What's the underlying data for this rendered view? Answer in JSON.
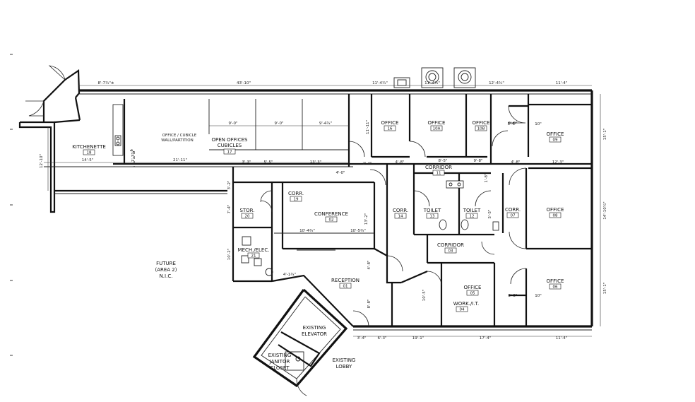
{
  "rooms": {
    "kitchenette": {
      "name": "KITCHENETTE",
      "num": "18"
    },
    "open_offices": {
      "name1": "OPEN OFFICES",
      "name2": "CUBICLES",
      "num": "17"
    },
    "office_16": {
      "name": "OFFICE",
      "num": "16"
    },
    "office_10a": {
      "name": "OFFICE",
      "num": "10A"
    },
    "office_10b": {
      "name": "OFFICE",
      "num": "10B"
    },
    "office_09": {
      "name": "OFFICE",
      "num": "09"
    },
    "office_08": {
      "name": "OFFICE",
      "num": "08"
    },
    "office_06": {
      "name": "OFFICE",
      "num": "06"
    },
    "office_05": {
      "name": "OFFICE",
      "num": "05"
    },
    "corridor_11": {
      "name": "CORRIDOR",
      "num": "11"
    },
    "corridor_03": {
      "name": "CORRIDOR",
      "num": "03"
    },
    "corr_19": {
      "name": "CORR.",
      "num": "19"
    },
    "corr_14": {
      "name": "CORR.",
      "num": "14"
    },
    "corr_07": {
      "name": "CORR.",
      "num": "07"
    },
    "conference": {
      "name": "CONFERENCE",
      "num": "02"
    },
    "toilet_13": {
      "name": "TOILET",
      "num": "13"
    },
    "toilet_12": {
      "name": "TOILET",
      "num": "12"
    },
    "stor": {
      "name": "STOR.",
      "num": "20"
    },
    "mech": {
      "name": "MECH./ELEC.",
      "num": "21"
    },
    "reception": {
      "name": "RECEPTION",
      "num": "01"
    },
    "work_it": {
      "name": "WORK./I.T.",
      "num": "04"
    }
  },
  "notes": {
    "future1": "FUTURE",
    "future2": "(AREA 2)",
    "future3": "N.I.C.",
    "partition1": "OFFICE / CUBICLE",
    "partition2": "WALL/PARTITION",
    "elevator1": "EXISTING",
    "elevator2": "ELEVATOR",
    "janitor1": "EXISTING",
    "janitor2": "JANITOR",
    "janitor3": "CLOSET",
    "lobby1": "EXISTING",
    "lobby2": "LOBBY"
  },
  "dims": {
    "top_left": "8'-7¾\"±",
    "top_main": "43'-10\"",
    "top_a": "11'-4¾\"",
    "top_b": "11'-4¾\"",
    "top_c": "12'-4¾\"",
    "top_d": "11'-4\"",
    "cub_a": "9'-0\"",
    "cub_b": "9'-0\"",
    "cub_c": "9'-4¾\"",
    "kitch_w": "14'-5\"",
    "open_w": "21'-11\"",
    "left_h": "12'-10\"",
    "r_a": "15'-1\"",
    "r_b": "14'-10¾\"",
    "r_c": "15'-1\"",
    "o16_h": "11'-11\"",
    "corr_a": "3'-3\"",
    "corr_b": "5'-5\"",
    "corr_c": "13'-3\"",
    "d1": "2'-4\"",
    "d2": "4'-0\"",
    "d3": "4'-8\"",
    "d4": "8'-5\"",
    "d5": "5'-5\"",
    "d6": "9'-8\"",
    "d7": "4'-8\"",
    "d8": "12'-3\"",
    "d9": "5'-5\"",
    "d10": "10\"",
    "d11": "5'-5\"",
    "d12": "10\"",
    "conf_a": "10'-4¾\"",
    "conf_b": "10'-5¾\"",
    "conf_h": "13'-2\"",
    "rec_a": "4'-1¾\"",
    "b1": "3'-4\"",
    "b2": "6'-3\"",
    "b3": "19'-1\"",
    "b4": "17'-4\"",
    "b5": "11'-4\"",
    "v1": "1'-3¾\"",
    "v2": "10'-2\"",
    "v3": "7'-4\"",
    "v4": "3'-2\"",
    "v5": "4'-8\"",
    "v6": "10'-5\"",
    "v7": "5'-5\"",
    "v8": "1'-8\"",
    "v9": "8'-8\""
  }
}
